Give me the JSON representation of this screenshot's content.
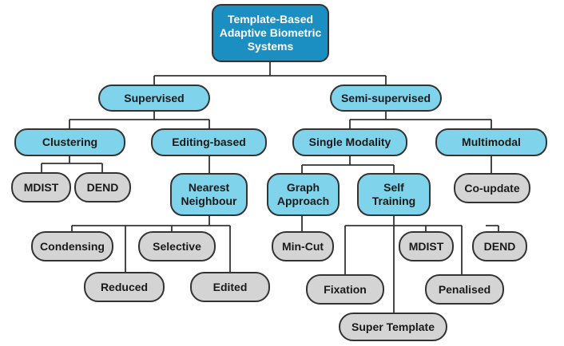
{
  "root": {
    "label": "Template-Based\nAdaptive Biometric\nSystems"
  },
  "level1": {
    "supervised": "Supervised",
    "semi_supervised": "Semi-supervised"
  },
  "level2": {
    "clustering": "Clustering",
    "editing_based": "Editing-based",
    "single_modality": "Single Modality",
    "multimodal": "Multimodal"
  },
  "level3": {
    "nearest_neighbour": "Nearest\nNeighbour",
    "graph_approach": "Graph\nApproach",
    "self_training": "Self\nTraining"
  },
  "leaves": {
    "mdist_1": "MDIST",
    "dend_1": "DEND",
    "condensing": "Condensing",
    "selective": "Selective",
    "reduced": "Reduced",
    "edited": "Edited",
    "min_cut": "Min-Cut",
    "fixation": "Fixation",
    "mdist_2": "MDIST",
    "dend_2": "DEND",
    "penalised": "Penalised",
    "super_template": "Super Template",
    "co_update": "Co-update"
  },
  "colors": {
    "root": "#1b8fc2",
    "category": "#7fd3ea",
    "leaf": "#d4d4d4",
    "line": "#333333"
  }
}
